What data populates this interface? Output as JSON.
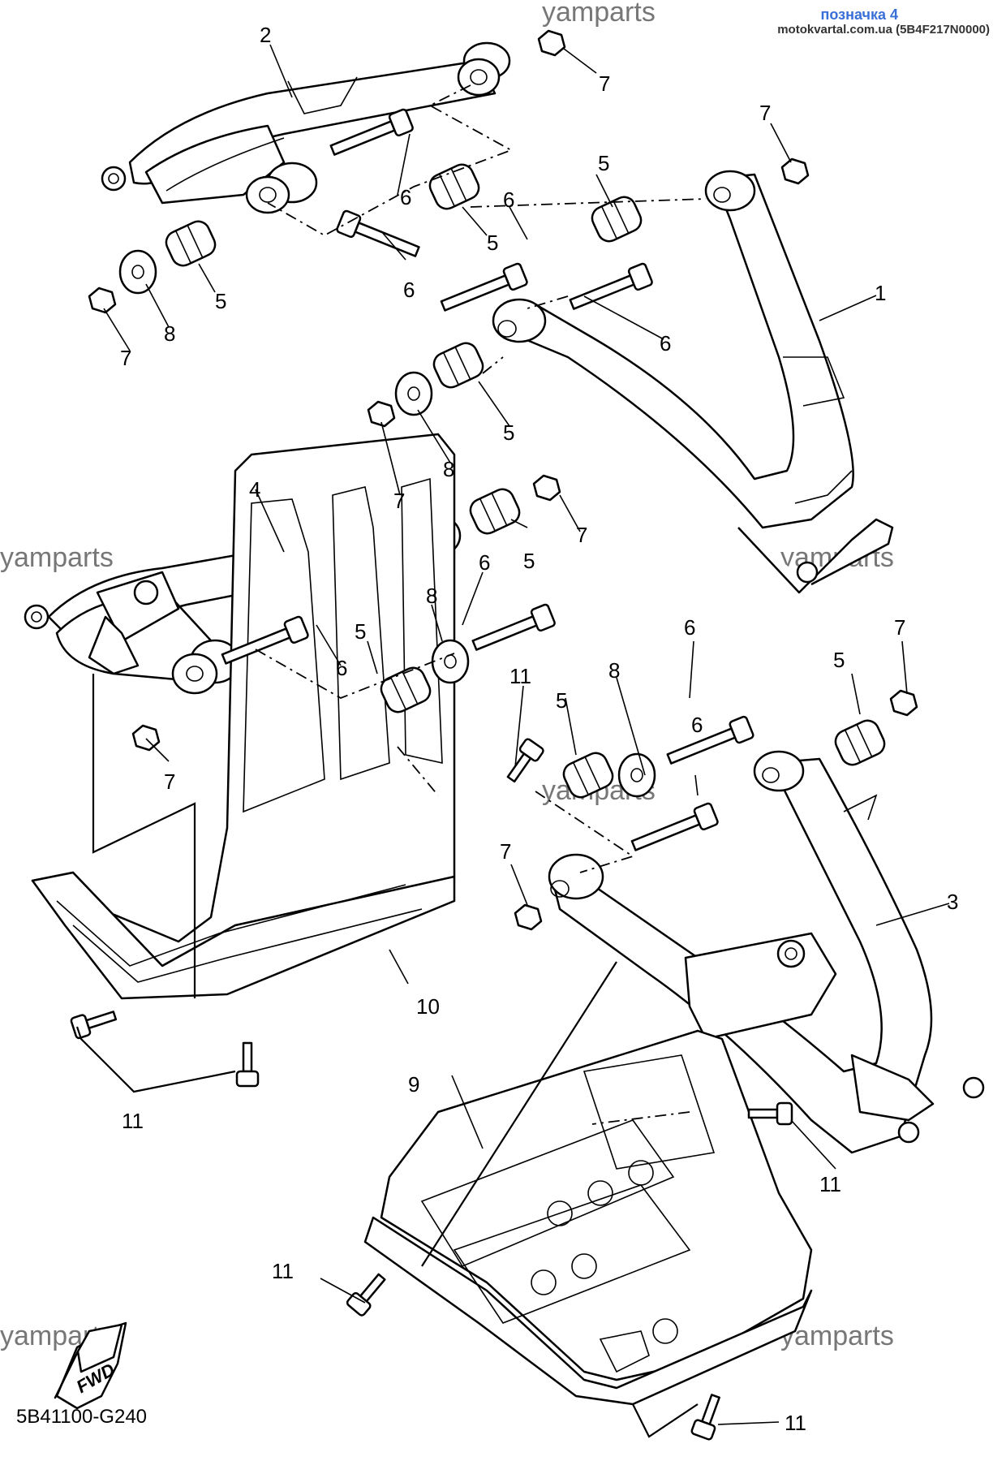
{
  "header": {
    "label": "позначка 4",
    "site": "motokvartal.com.ua (5B4F217N0000)"
  },
  "watermark": "yamparts",
  "diagram_code": "5B41100-G240",
  "fwd_label": "FWD",
  "callouts": [
    "1",
    "2",
    "3",
    "4",
    "5",
    "6",
    "7",
    "8",
    "9",
    "10",
    "11"
  ]
}
